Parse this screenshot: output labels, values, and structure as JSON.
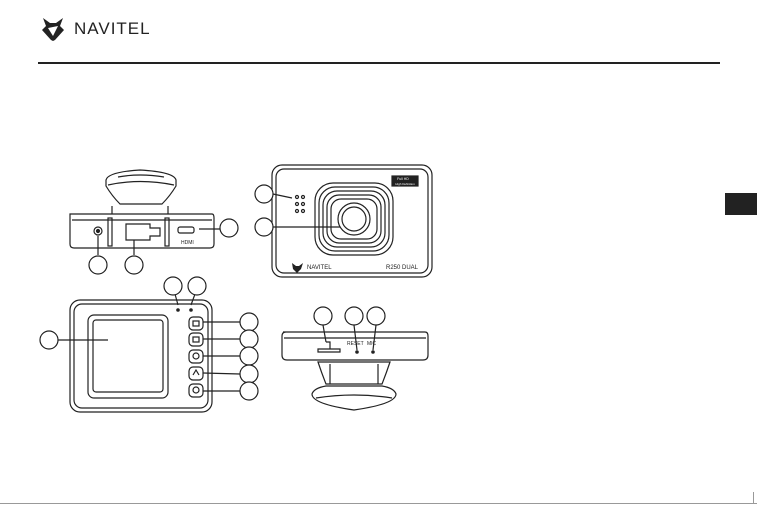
{
  "header": {
    "brand": "NAVITEL"
  },
  "device": {
    "model_label": "R250 DUAL",
    "front_brand": "NAVITEL",
    "sticker_line1": "Full HD",
    "sticker_line2": "High Definition",
    "port_hdmi_label": "HDMI",
    "reset_label": "RESET",
    "mic_label": "MIC"
  },
  "colors": {
    "ink": "#222222",
    "lang_tab": "#222222"
  }
}
